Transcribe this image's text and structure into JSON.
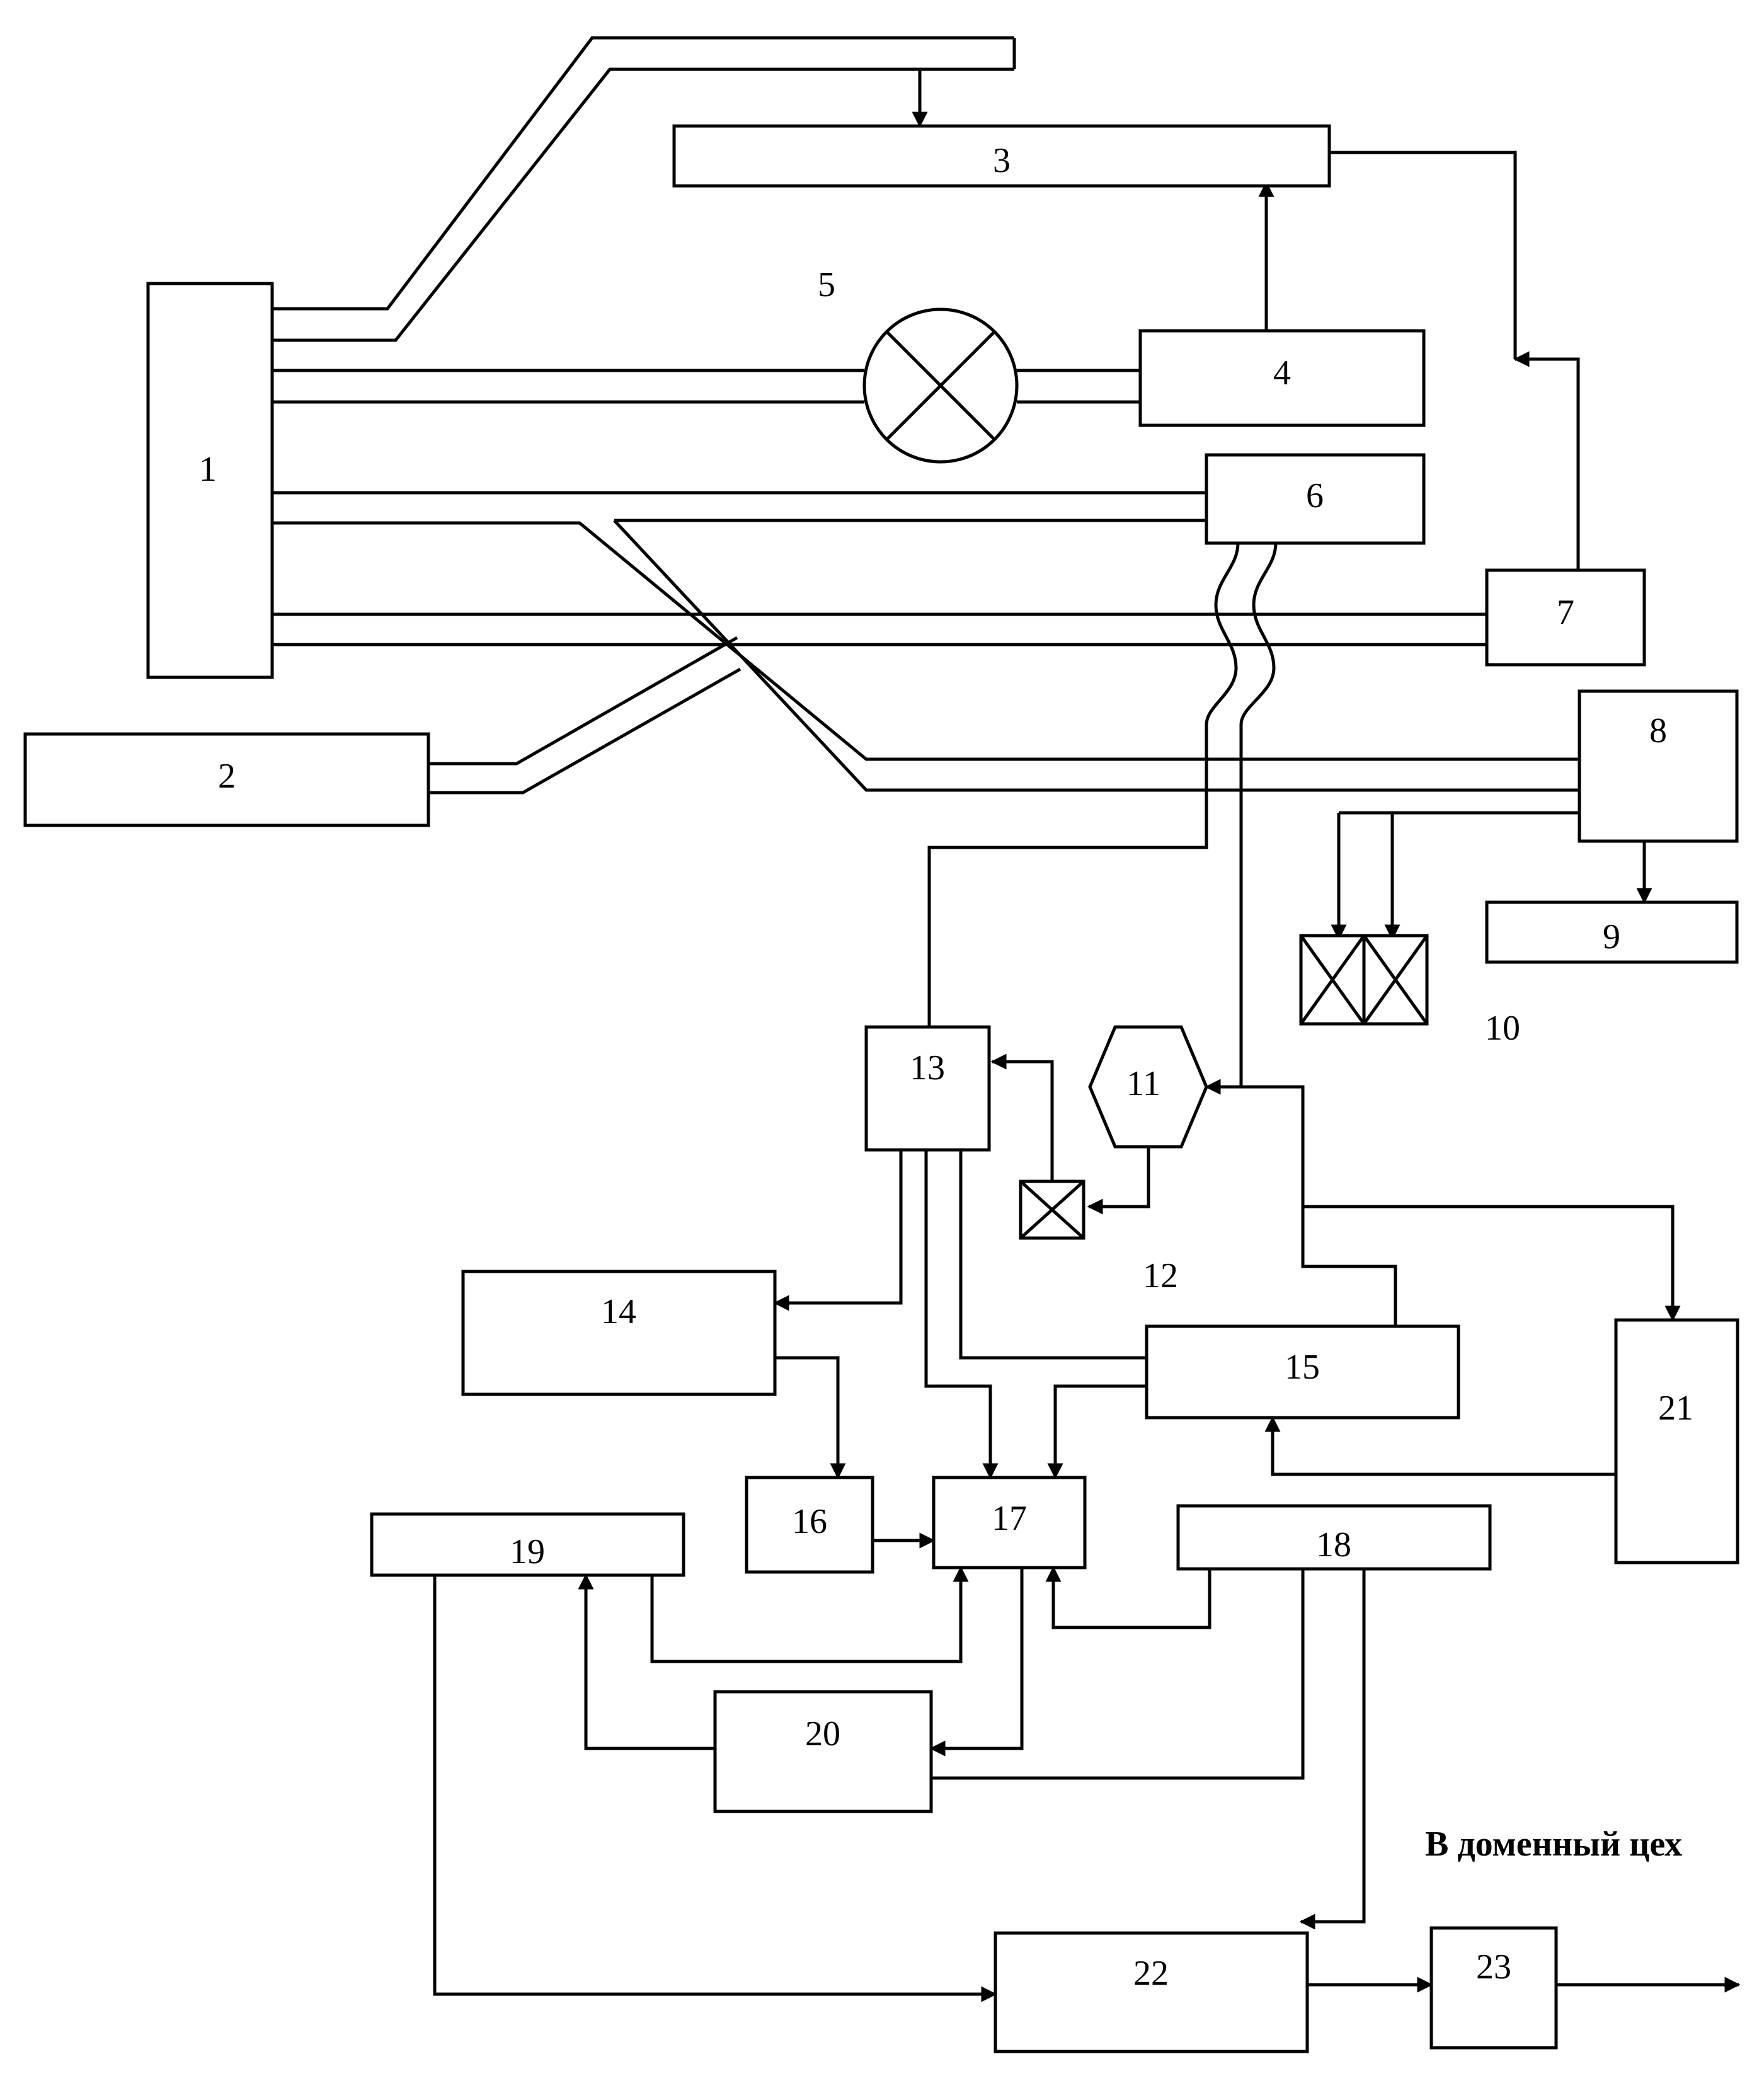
{
  "labels": {
    "b1": "1",
    "b2": "2",
    "b3": "3",
    "b4": "4",
    "b5": "5",
    "b6": "6",
    "b7": "7",
    "b8": "8",
    "b9": "9",
    "b10": "10",
    "b11": "11",
    "b12": "12",
    "b13": "13",
    "b14": "14",
    "b15": "15",
    "b16": "16",
    "b17": "17",
    "b18": "18",
    "b19": "19",
    "b20": "20",
    "b21": "21",
    "b22": "22",
    "b23": "23"
  },
  "caption": "В доменный цех"
}
